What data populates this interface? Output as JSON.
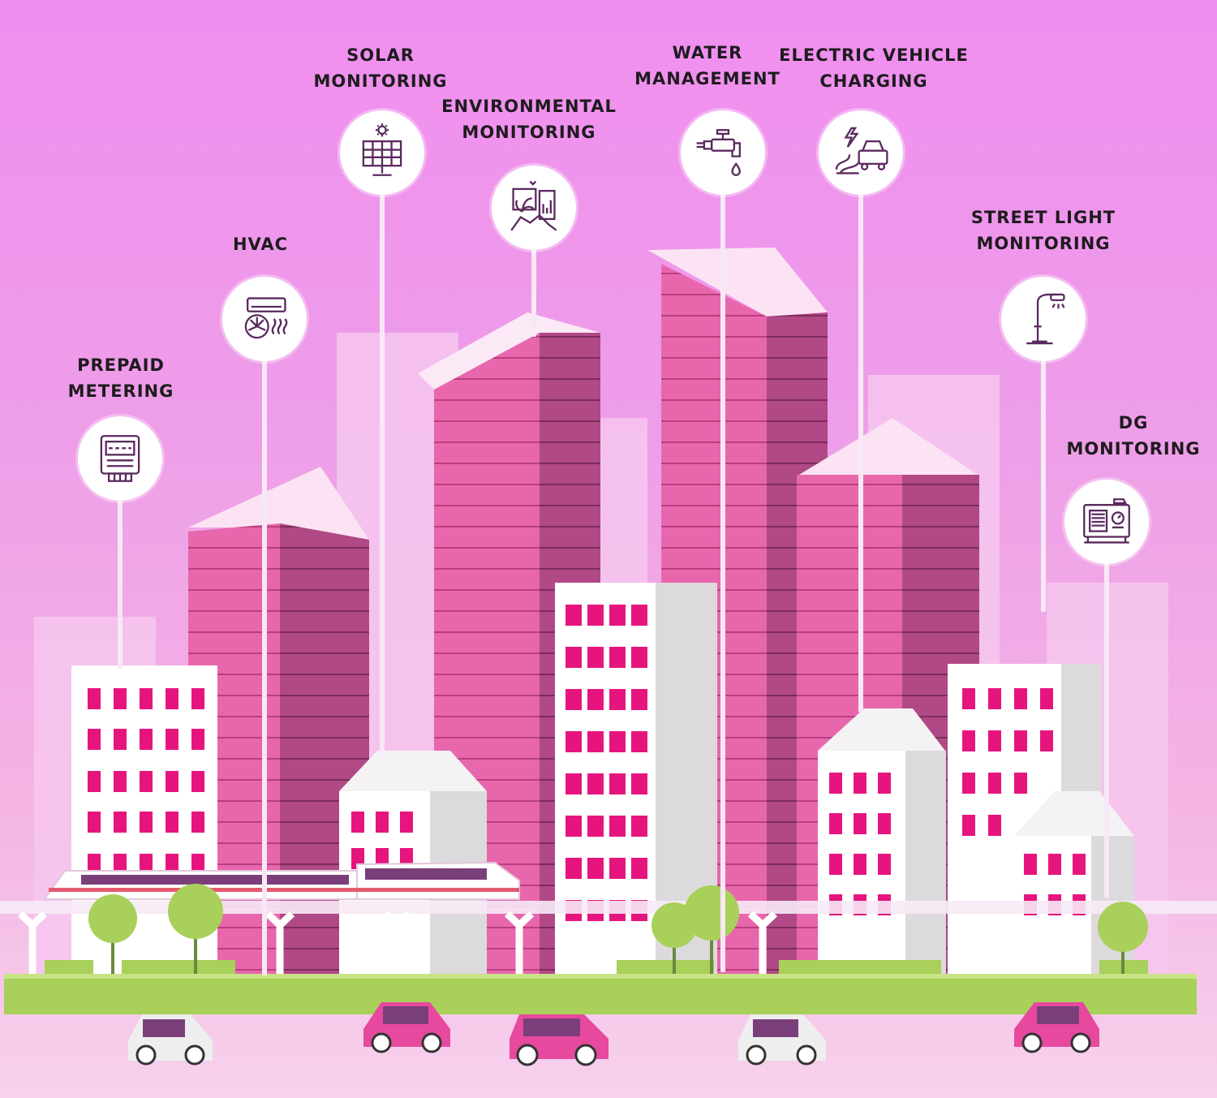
{
  "colors": {
    "sky_top": "#f08ef0",
    "tower_pink": "#e2559e",
    "tower_dark": "#9b3a72",
    "window_magenta": "#e6157e",
    "grass": "#a8d05a",
    "icon_stroke": "#5a2a5e"
  },
  "labels": {
    "prepaid": [
      "PREPAID",
      "METERING"
    ],
    "hvac": [
      "HVAC"
    ],
    "solar": [
      "SOLAR",
      "MONITORING"
    ],
    "environmental": [
      "ENVIRONMENTAL",
      "MONITORING"
    ],
    "water": [
      "WATER",
      "MANAGEMENT"
    ],
    "ev": [
      "ELECTRIC VEHICLE",
      "CHARGING"
    ],
    "streetlight": [
      "STREET LIGHT",
      "MONITORING"
    ],
    "dg": [
      "DG",
      "MONITORING"
    ]
  },
  "icons": {
    "prepaid": "electric-meter-icon",
    "hvac": "air-conditioner-icon",
    "solar": "solar-panel-icon",
    "environmental": "environment-sensor-icon",
    "water": "water-tap-icon",
    "ev": "ev-charging-icon",
    "streetlight": "street-lamp-icon",
    "dg": "diesel-generator-icon"
  }
}
